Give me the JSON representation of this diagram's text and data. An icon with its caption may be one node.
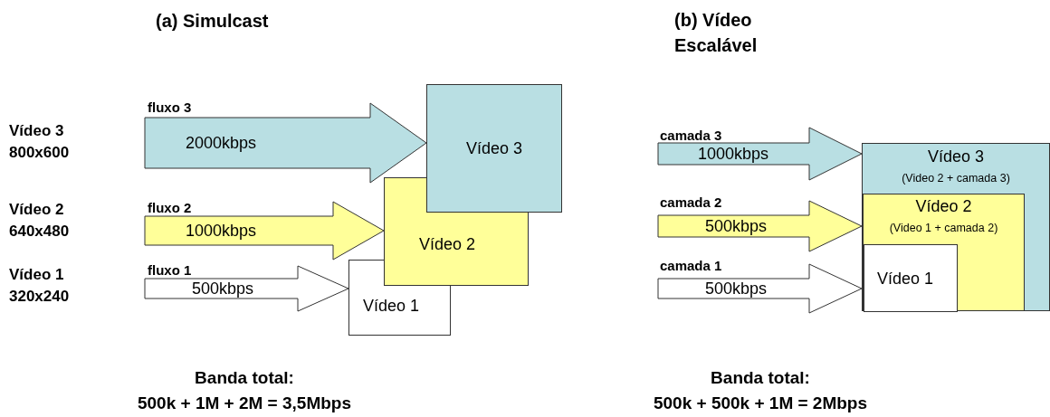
{
  "diagram": {
    "nodes": [
      {
        "text": [
          "Vídeo 3"
        ]
      },
      {
        "text": [
          "Vídeo 2"
        ]
      },
      {
        "text": [
          "Vídeo 1"
        ]
      },
      {
        "text": [
          "Vídeo 3",
          "(Video 2 + camada 3)"
        ]
      },
      {
        "text": [
          "Vídeo 2",
          "(Video 1 + camada 2)"
        ],
        "in": 3
      },
      {
        "text": [
          "Vídeo 1"
        ],
        "in": 4
      }
    ],
    "edges": [
      {
        "from": null,
        "to": 0,
        "arrow": "to",
        "label": "2000kbps"
      },
      {
        "from": null,
        "to": 1,
        "arrow": "to",
        "label": "1000kbps"
      },
      {
        "from": null,
        "to": 2,
        "arrow": "to",
        "label": "500kbps"
      },
      {
        "from": null,
        "to": 3,
        "arrow": "to",
        "label": "1000kbps"
      },
      {
        "from": null,
        "to": 4,
        "arrow": "to",
        "label": "500kbps"
      },
      {
        "from": null,
        "to": 5,
        "arrow": "to",
        "label": "500kbps"
      }
    ],
    "labels": [
      "(a) Simulcast",
      "(b) Vídeo Escalável",
      "Vídeo 3 800x600",
      "fluxo 3",
      "camada 3",
      "Vídeo 2 640x480",
      "fluxo 2",
      "camada 2",
      "Vídeo 1 320x240",
      "fluxo 1",
      "camada 1",
      "Banda total:",
      "500k + 1M + 2M = 3,5Mbps",
      "Banda total:",
      "500k + 500k + 1M = 2Mbps"
    ]
  }
}
